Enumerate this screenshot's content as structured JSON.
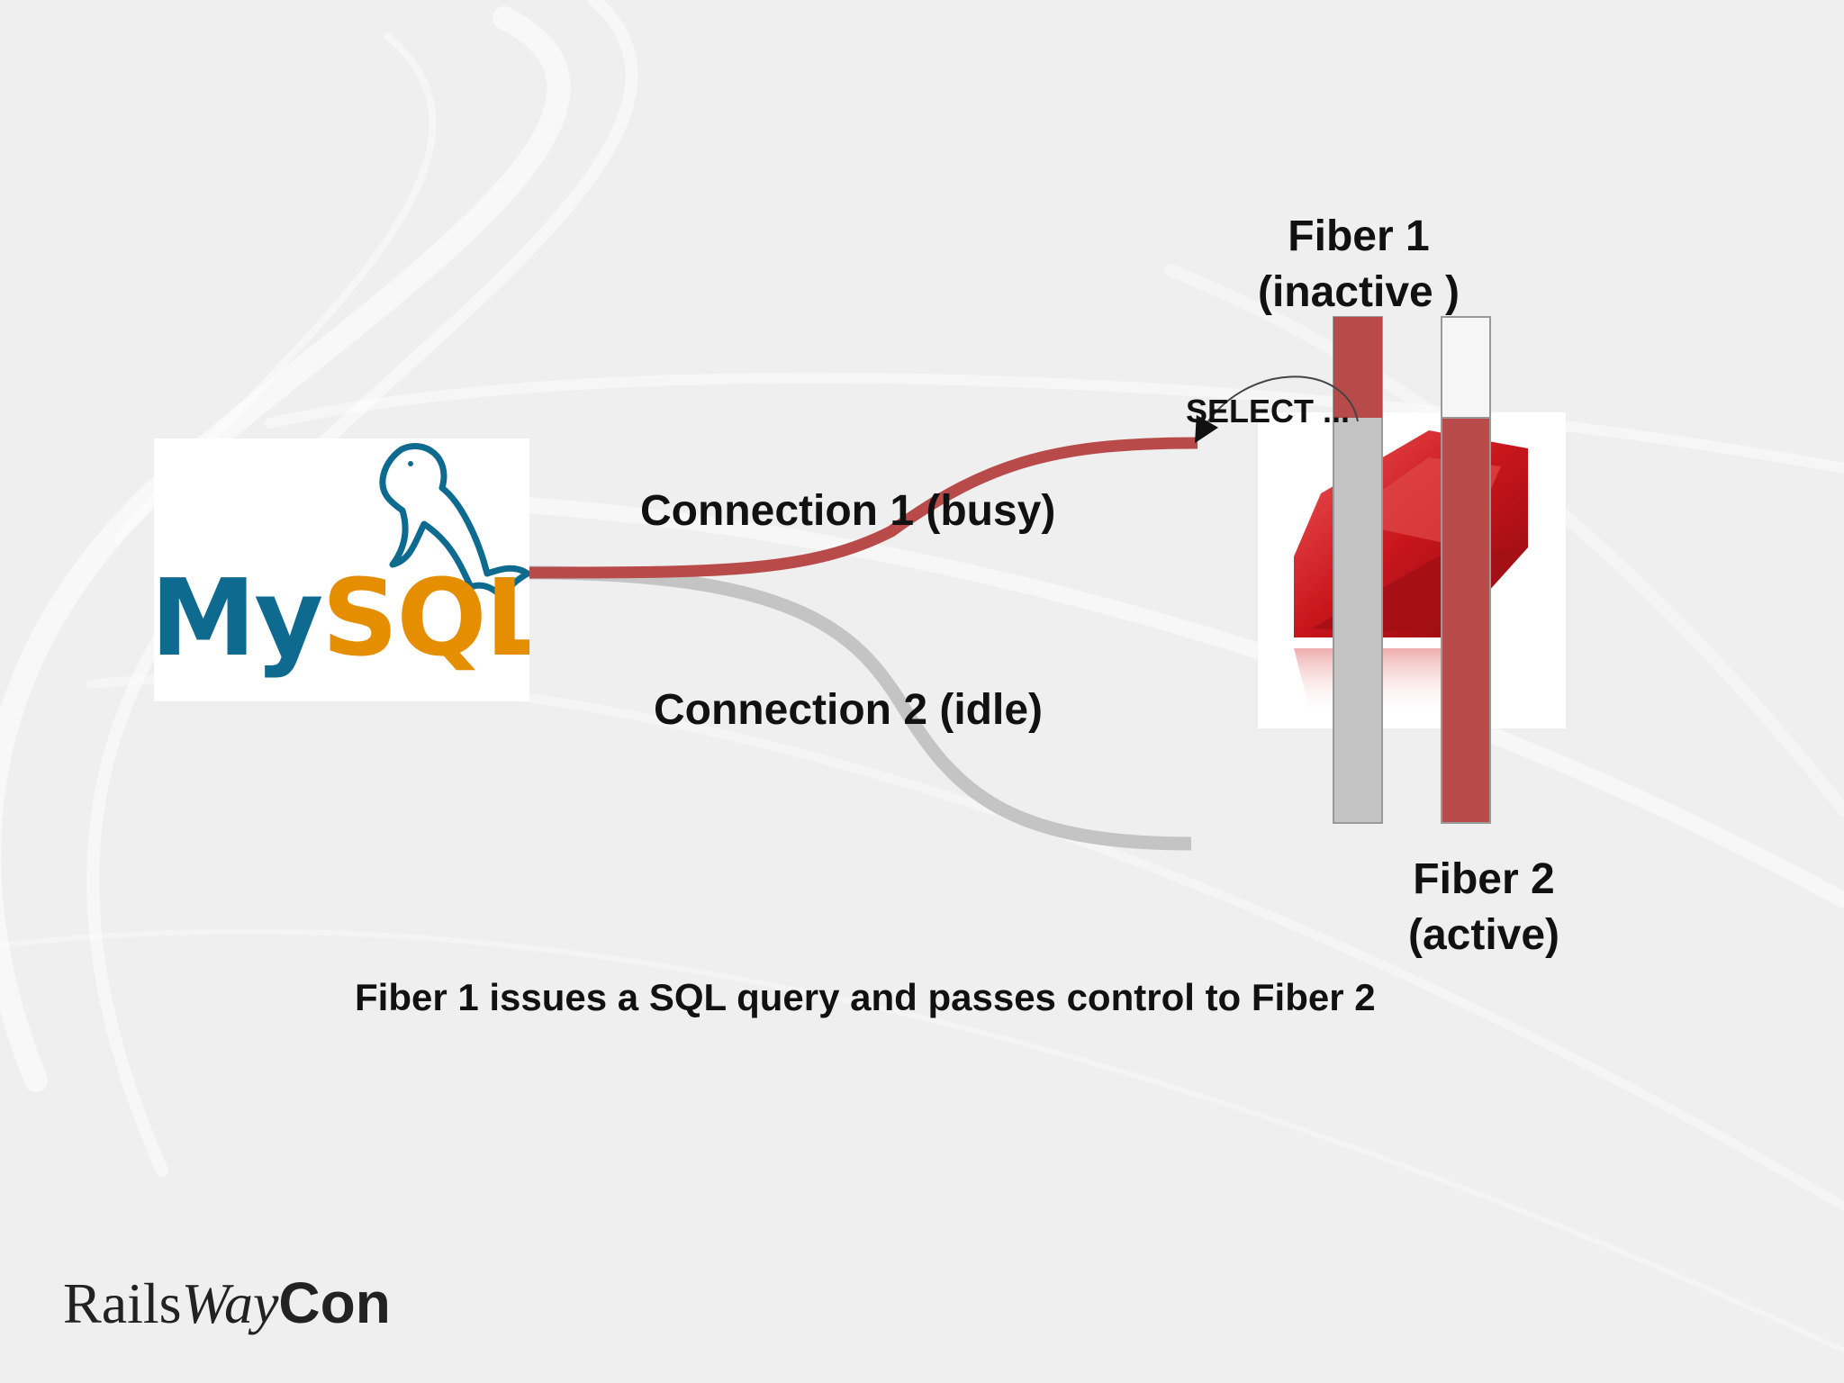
{
  "database": {
    "logo_text": "MySQL"
  },
  "connections": [
    {
      "label": "Connection 1 (busy)",
      "state": "busy",
      "color": "#b94a4a"
    },
    {
      "label": "Connection 2 (idle)",
      "state": "idle",
      "color": "#c4c4c4"
    }
  ],
  "fibers": [
    {
      "label": "Fiber 1 (inactive )",
      "state": "inactive"
    },
    {
      "label": "Fiber 2 (active)",
      "state": "active"
    }
  ],
  "query": {
    "label": "SELECT ..."
  },
  "caption": "Fiber 1 issues a SQL query and passes control to Fiber 2",
  "brand": {
    "part1": "Rails",
    "part2": "Way",
    "part3": "Con"
  },
  "colors": {
    "busy": "#b94a4a",
    "idle": "#c4c4c4",
    "ruby": "#c8151c",
    "mysql_blue": "#0f6a8f",
    "mysql_orange": "#e48e00"
  }
}
